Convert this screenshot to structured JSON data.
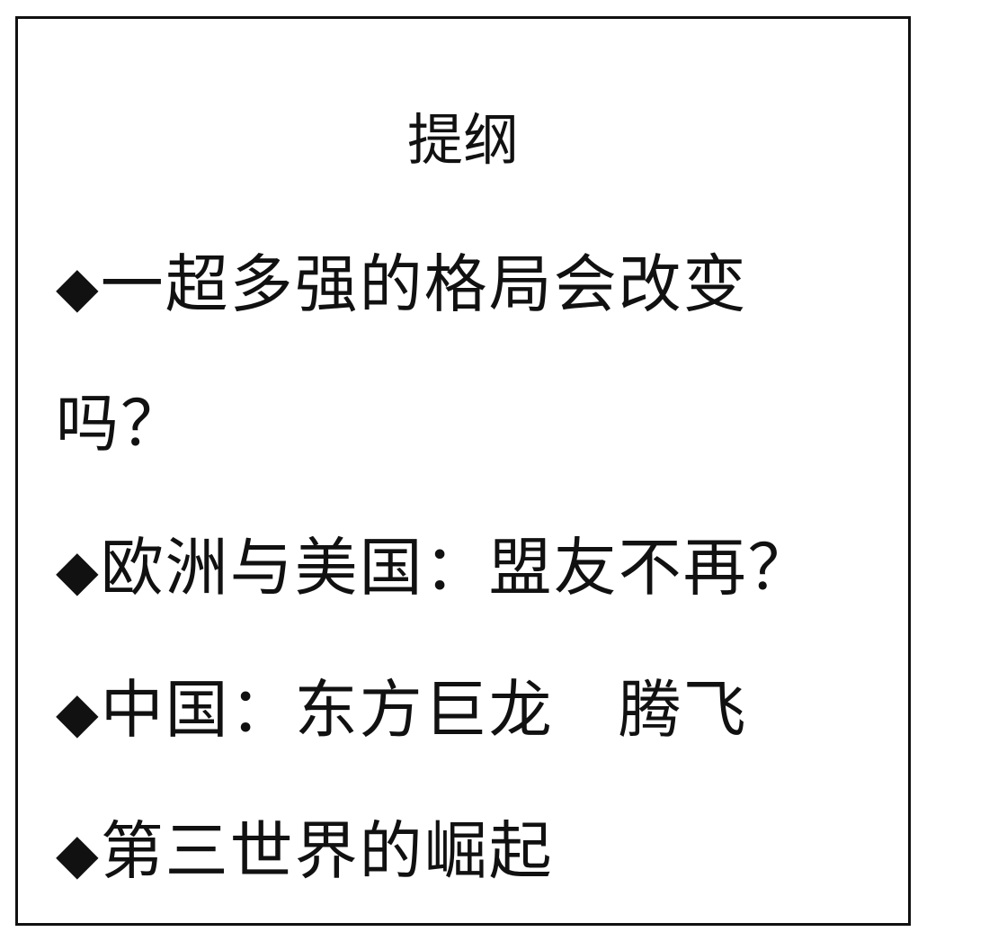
{
  "title": "提纲",
  "items": [
    {
      "bullet": "◆",
      "text": "一超多强的格局会改变"
    },
    {
      "bullet": "",
      "text": "吗？"
    },
    {
      "bullet": "◆",
      "text": "欧洲与美国：盟友不再？"
    },
    {
      "bullet": "◆",
      "text": "中国：东方巨龙　腾飞"
    },
    {
      "bullet": "◆",
      "text": "第三世界的崛起"
    }
  ]
}
